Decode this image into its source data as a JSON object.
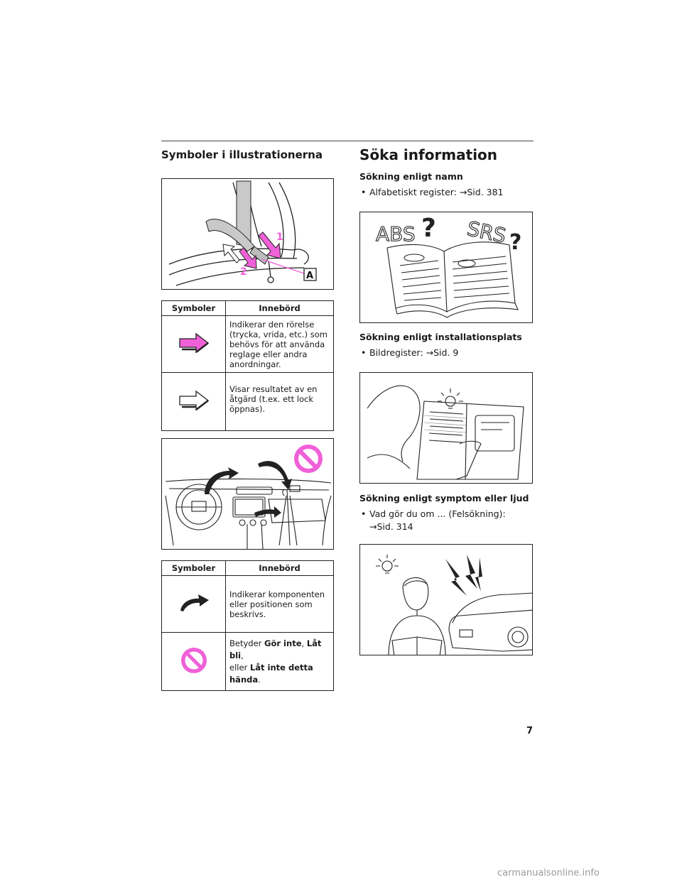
{
  "left": {
    "title": "Symboler i illustrationerna",
    "table1": {
      "header_symbol": "Symboler",
      "header_meaning": "Innebörd",
      "rows": [
        {
          "icon": "filled-arrow-icon",
          "text": "Indikerar den rörelse (trycka, vrida, etc.) som behövs för att använda reglage eller andra anordningar."
        },
        {
          "icon": "outline-arrow-icon",
          "text": "Visar resultatet av en åtgärd (t.ex. ett lock öppnas)."
        }
      ]
    },
    "seat_illustration": {
      "label_1": "1",
      "label_2": "2",
      "label_a": "A"
    },
    "table2": {
      "header_symbol": "Symboler",
      "header_meaning": "Innebörd",
      "rows": [
        {
          "icon": "curved-arrow-icon",
          "text": "Indikerar komponenten eller positionen som beskrivs."
        },
        {
          "icon": "prohibition-icon",
          "pre": "Betyder ",
          "b1": "Gör inte",
          "m1": ", ",
          "b2": "Låt bli",
          "m2": ",",
          "m3": "eller ",
          "b3": "Låt inte detta hända",
          "end": "."
        }
      ]
    }
  },
  "right": {
    "title": "Söka information",
    "sections": [
      {
        "heading": "Sökning enligt namn",
        "bullet": "Alfabetiskt register: →Sid. 381"
      },
      {
        "heading": "Sökning enligt installationsplats",
        "bullet": "Bildregister: →Sid. 9"
      },
      {
        "heading": "Sökning enligt symptom eller ljud",
        "bullet_line1": "Vad gör du om ... (Felsökning):",
        "bullet_line2": "→Sid. 314"
      }
    ],
    "book_illustration": {
      "abs": "ABS",
      "srs": "SRS",
      "q": "?"
    }
  },
  "page_number": "7",
  "watermark": "carmanualsonline.info",
  "colors": {
    "magenta": "#f060d8",
    "line": "#222222"
  }
}
